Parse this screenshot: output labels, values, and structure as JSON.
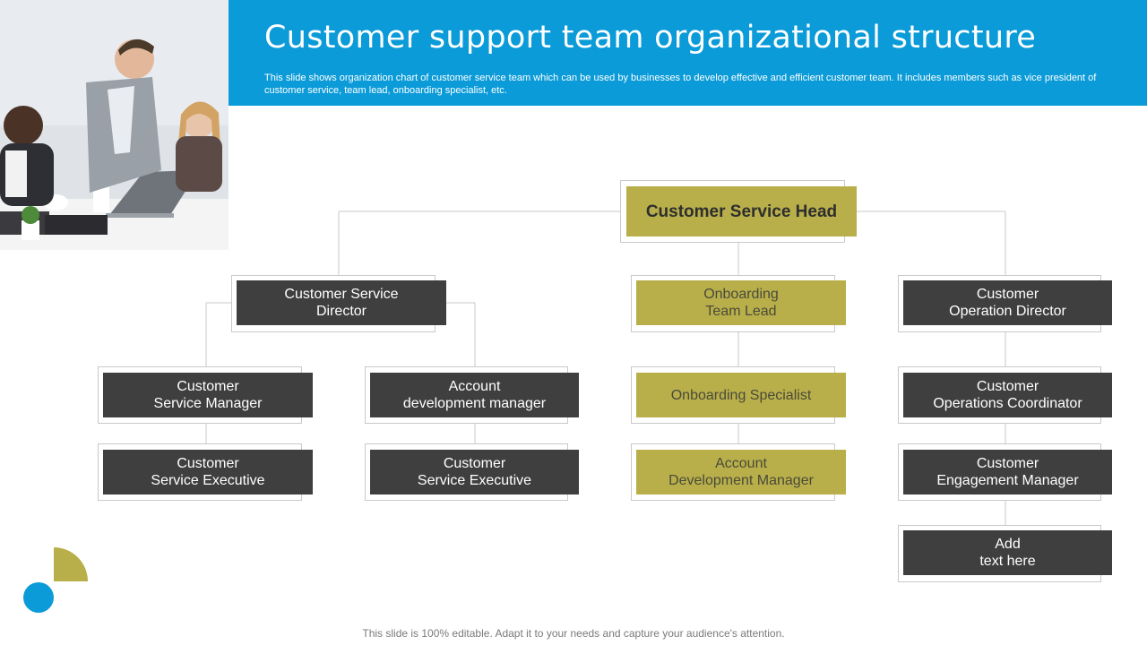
{
  "header": {
    "title": "Customer support team organizational structure",
    "subtitle": "This slide shows organization chart of customer service team which can be used by businesses to develop effective and efficient customer team. It includes members such as vice president of customer service, team lead, onboarding specialist, etc."
  },
  "org": {
    "head": "Customer Service Head",
    "director": "Customer Service\nDirector",
    "service_manager": "Customer\nService Manager",
    "account_dev_manager_left": "Account\ndevelopment manager",
    "exec_left": "Customer\nService Executive",
    "exec_right": "Customer\nService Executive",
    "onboarding_lead": "Onboarding\nTeam Lead",
    "onboarding_specialist": "Onboarding Specialist",
    "account_dev_manager_mid": "Account\nDevelopment Manager",
    "ops_director": "Customer\nOperation Director",
    "ops_coordinator": "Customer\nOperations Coordinator",
    "engagement_manager": "Customer\nEngagement Manager",
    "add_text": "Add\ntext here"
  },
  "colors": {
    "header_blue": "#0a9bd8",
    "node_dark": "#3f3f3f",
    "node_olive": "#b8af4a"
  },
  "footer": {
    "text": "This slide is 100% editable. Adapt it to your needs and capture your audience's attention."
  }
}
